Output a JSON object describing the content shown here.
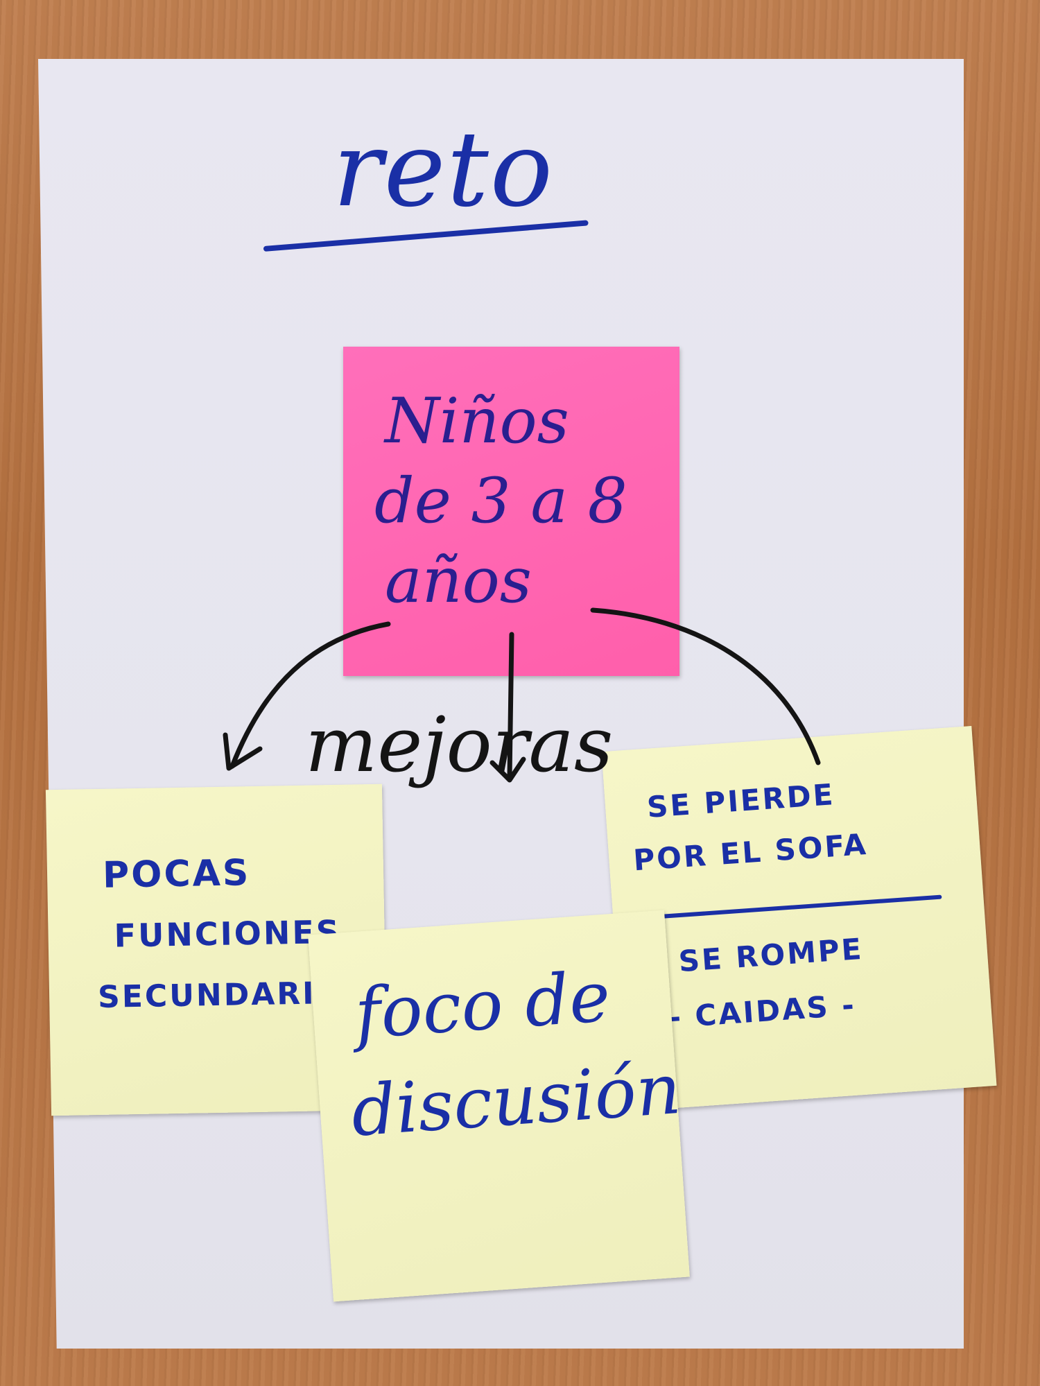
{
  "title": "reto",
  "pink_note": {
    "lines": [
      "Niños",
      "de 3 a 8",
      "años"
    ]
  },
  "connector_label": "mejoras",
  "left_note": {
    "lines": [
      "POCAS",
      "FUNCIONES",
      "SECUNDARIA"
    ]
  },
  "right_note": {
    "lines": [
      "SE PIERDE",
      "POR EL SOFA",
      "SE ROMPE",
      "- CAIDAS -"
    ]
  },
  "center_note": {
    "lines": [
      "foco de",
      "discusión"
    ]
  },
  "colors": {
    "ink_blue": "#1a2fa6",
    "ink_black": "#141414",
    "pink_note": "#ff66b2",
    "yellow_note": "#f3f3c4",
    "paper": "#e6e5ee",
    "wood": "#b9774a"
  }
}
